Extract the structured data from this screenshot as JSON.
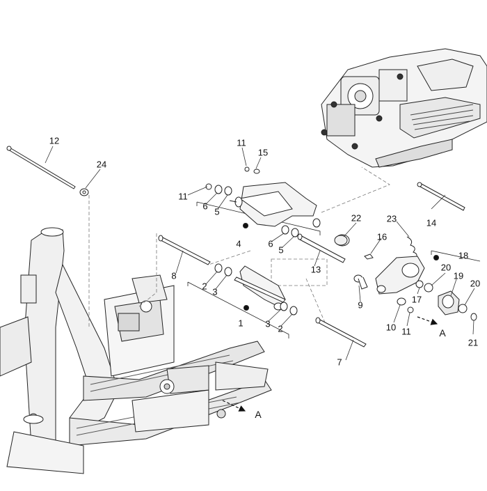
{
  "diagram": {
    "callouts": [
      "1",
      "2",
      "2",
      "3",
      "3",
      "4",
      "5",
      "5",
      "6",
      "6",
      "7",
      "8",
      "9",
      "10",
      "11",
      "11",
      "11",
      "12",
      "13",
      "14",
      "15",
      "16",
      "17",
      "18",
      "19",
      "20",
      "20",
      "21",
      "22",
      "23",
      "24"
    ],
    "arrow_label_1": "A",
    "arrow_label_2": "A"
  },
  "colors": {
    "line": "#222222",
    "leader": "#555555",
    "part_fill": "#ffffff",
    "shade": "#e6e6e6"
  }
}
